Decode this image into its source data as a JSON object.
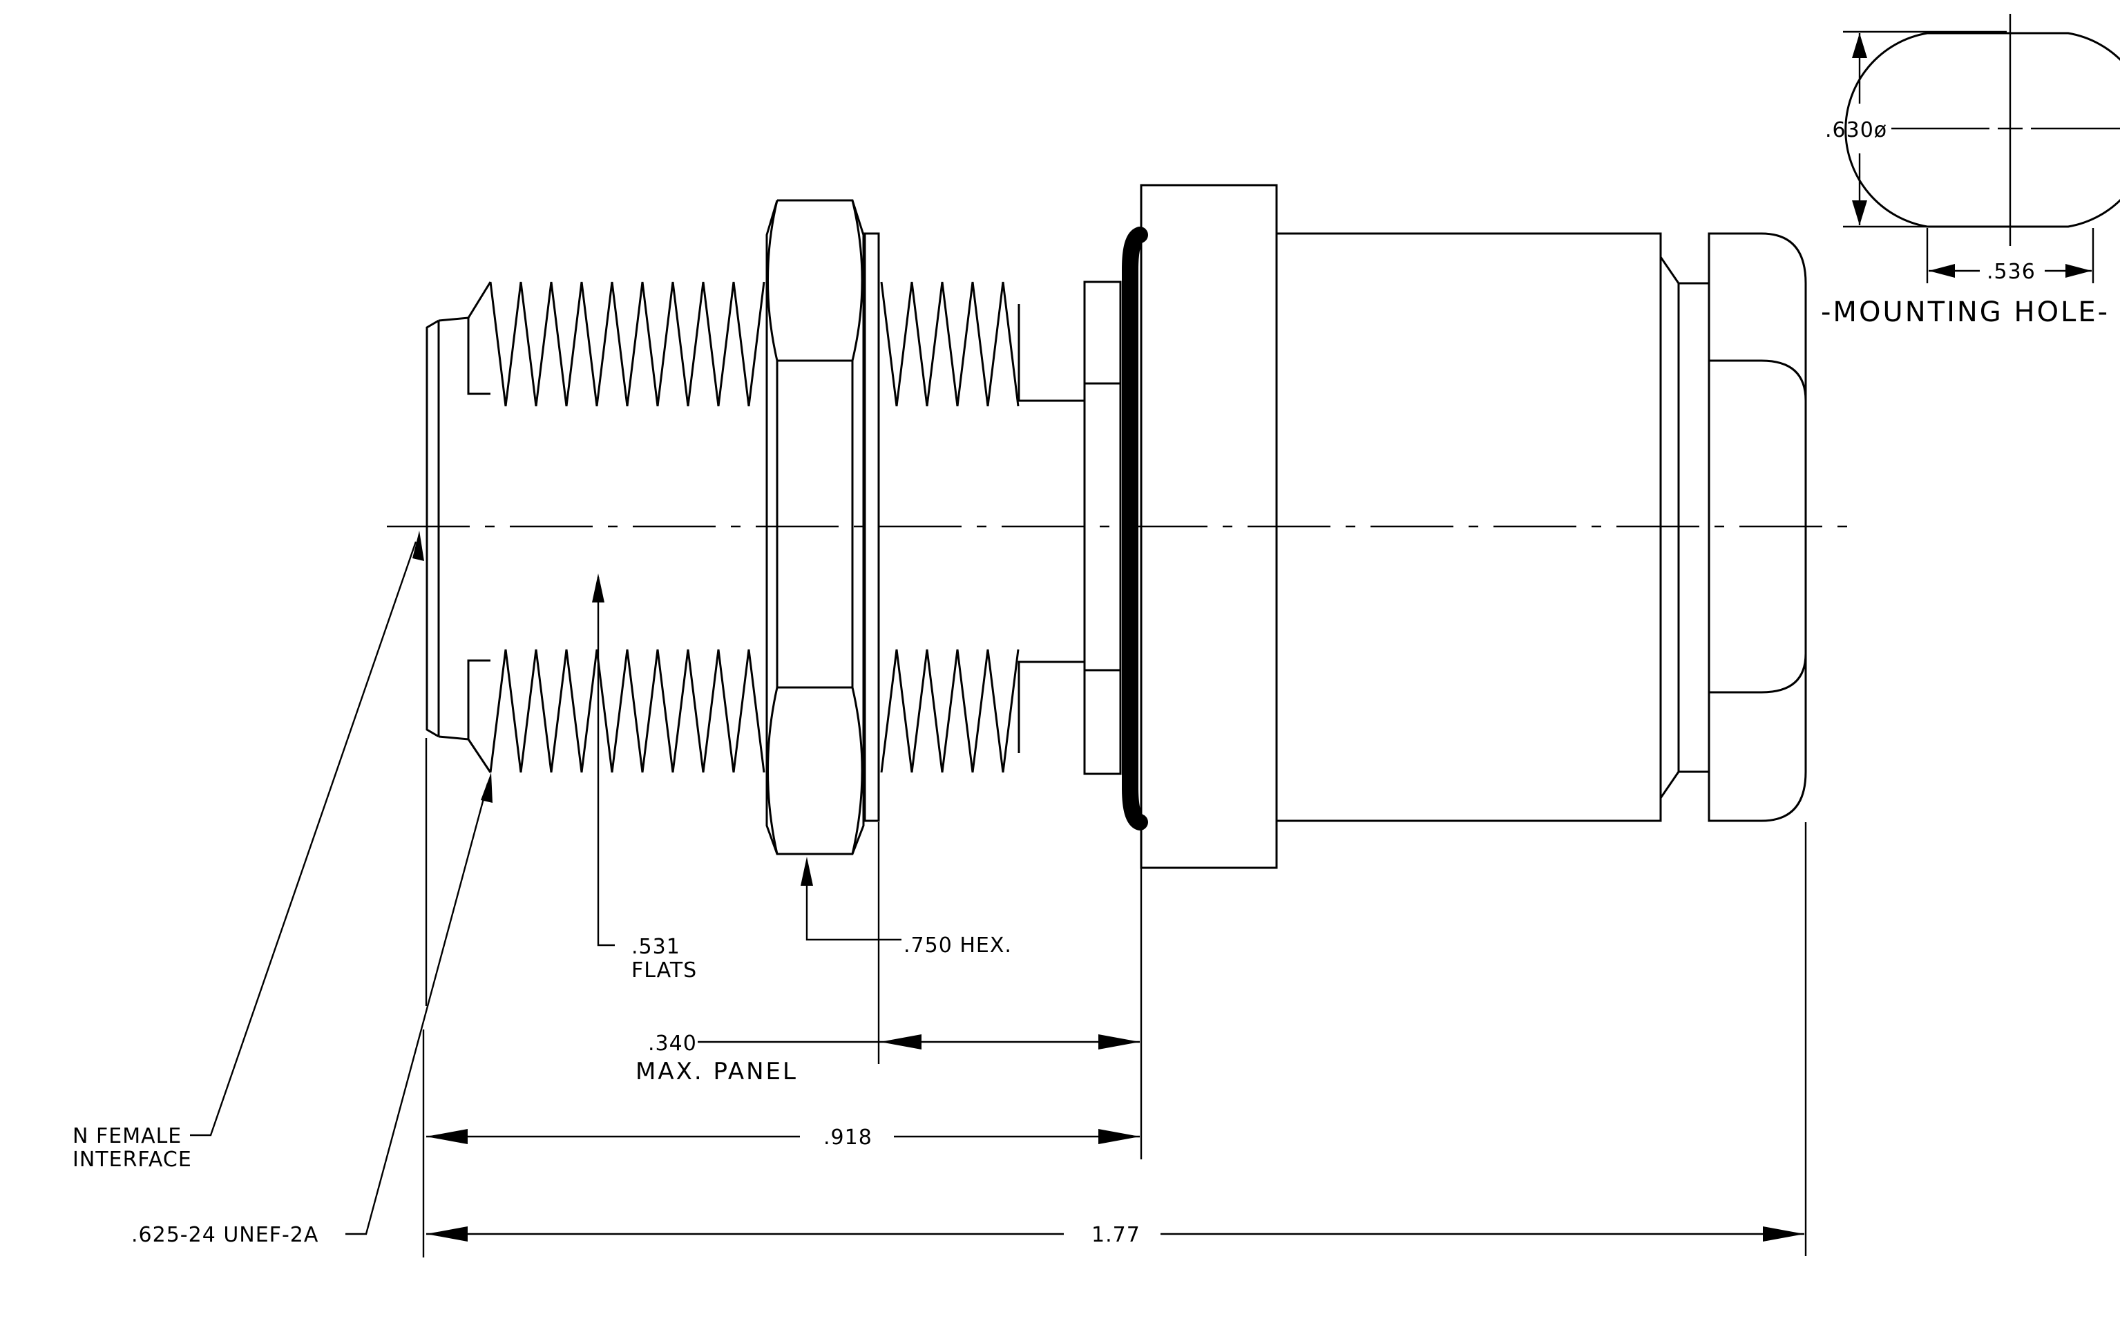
{
  "labels": {
    "n_female_line1": "N FEMALE",
    "n_female_line2": "INTERFACE",
    "thread_spec": ".625-24 UNEF-2A",
    "flats_value": ".531",
    "flats_label": "FLATS",
    "hex_label": ".750 HEX.",
    "panel_value": ".340",
    "panel_label": "MAX. PANEL",
    "dim_918": ".918",
    "dim_177": "1.77",
    "hole_diameter": ".630ø",
    "hole_flat_width": ".536",
    "mounting_hole": "-MOUNTING HOLE-"
  }
}
